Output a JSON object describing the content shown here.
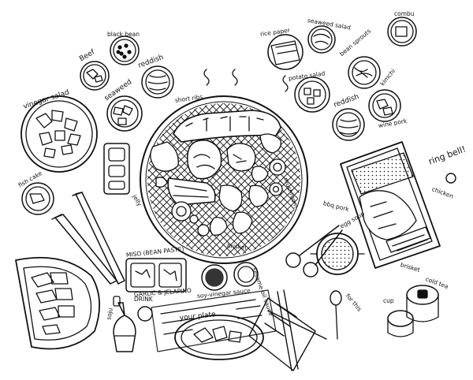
{
  "labels": {
    "vinegar_salad": "vinegar salad",
    "beef": "Beef",
    "black_bean": "black bean",
    "reddish_left": "reddish",
    "seaweed": "seaweed",
    "short_ribs": "short ribs",
    "rice_paper": "rice paper",
    "seaweed_salad": "seaweed salad",
    "combu": "combu",
    "potato_salad": "potato salad",
    "bean_sprouts": "bean sprouts",
    "kimchi": "kimchi",
    "reddish_right": "reddish",
    "wine_pork": "wine pork",
    "ring_bell": "ring bell!",
    "chicken": "chicken",
    "fish_cake": "fish cake",
    "jelly": "jelly",
    "mushroom": "mushroom",
    "bbq_pork": "bbq pork",
    "egg_soup": "egg soup",
    "brisket_center": "brisket",
    "miso": "MISO (BEAN PASTE)",
    "garlic": "GARLIC & JELAPINO",
    "soy_vinegar_sauce": "soy-vinegar sauce",
    "sesame_oil_sauce": "sesame oil sauce",
    "for_this": "for this",
    "brisket_right": "brisket",
    "cold_tea": "cold tea",
    "cup": "cup",
    "soju": "soju",
    "drink": "DRINK",
    "your_plate": "your plate"
  }
}
